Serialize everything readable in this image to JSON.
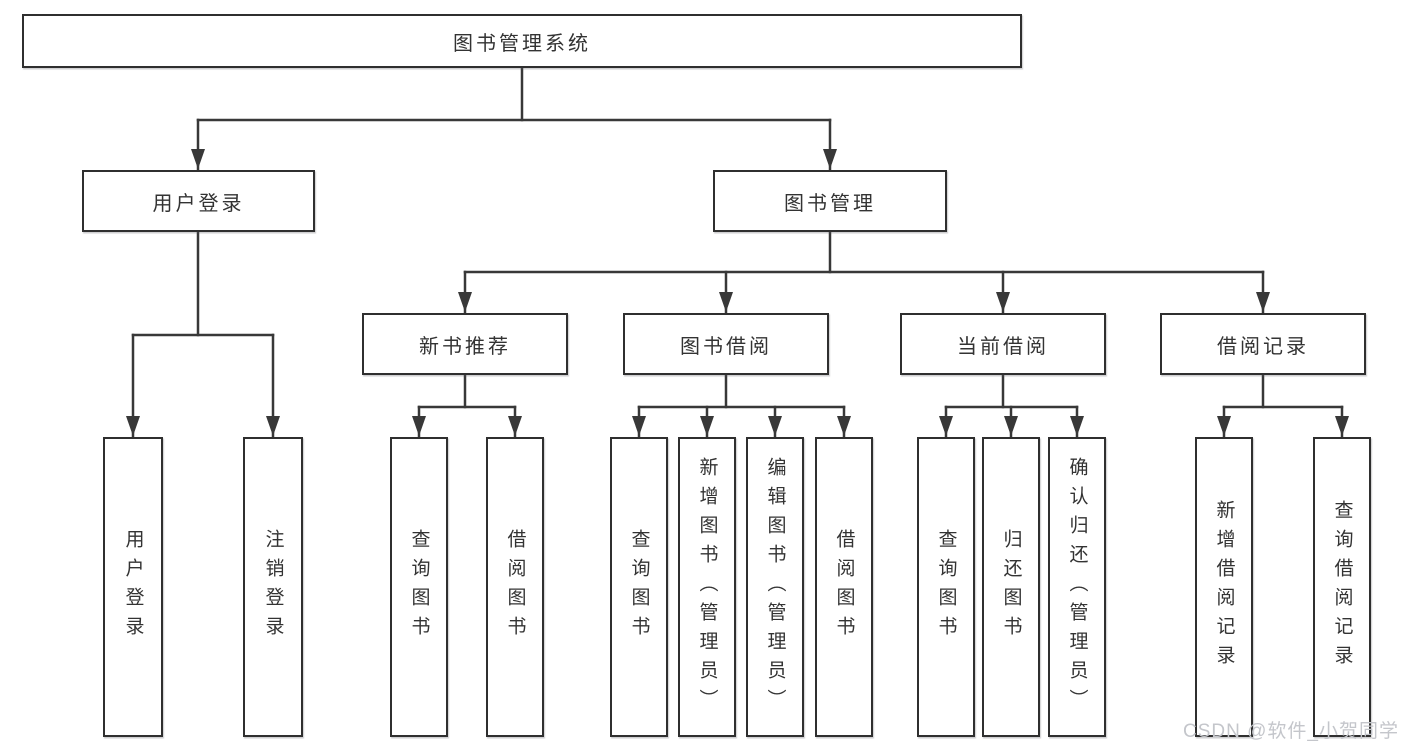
{
  "diagram": {
    "root": {
      "label": "图书管理系统"
    },
    "branches": [
      {
        "label": "用户登录",
        "children": [
          {
            "label": "用户登录"
          },
          {
            "label": "注销登录"
          }
        ]
      },
      {
        "label": "图书管理",
        "sections": [
          {
            "label": "新书推荐",
            "children": [
              {
                "label": "查询图书"
              },
              {
                "label": "借阅图书"
              }
            ]
          },
          {
            "label": "图书借阅",
            "children": [
              {
                "label": "查询图书"
              },
              {
                "label": "新增图书（管理员）"
              },
              {
                "label": "编辑图书（管理员）"
              },
              {
                "label": "借阅图书"
              }
            ]
          },
          {
            "label": "当前借阅",
            "children": [
              {
                "label": "查询图书"
              },
              {
                "label": "归还图书"
              },
              {
                "label": "确认归还（管理员）"
              }
            ]
          },
          {
            "label": "借阅记录",
            "children": [
              {
                "label": "新增借阅记录"
              },
              {
                "label": "查询借阅记录"
              }
            ]
          }
        ]
      }
    ]
  },
  "watermark": {
    "text": "CSDN @软件_小贺同学"
  },
  "colors": {
    "line": "#383838",
    "box_border": "#2f2f2f",
    "text": "#333333",
    "watermark": "#c4c6cb",
    "background": "#ffffff"
  }
}
